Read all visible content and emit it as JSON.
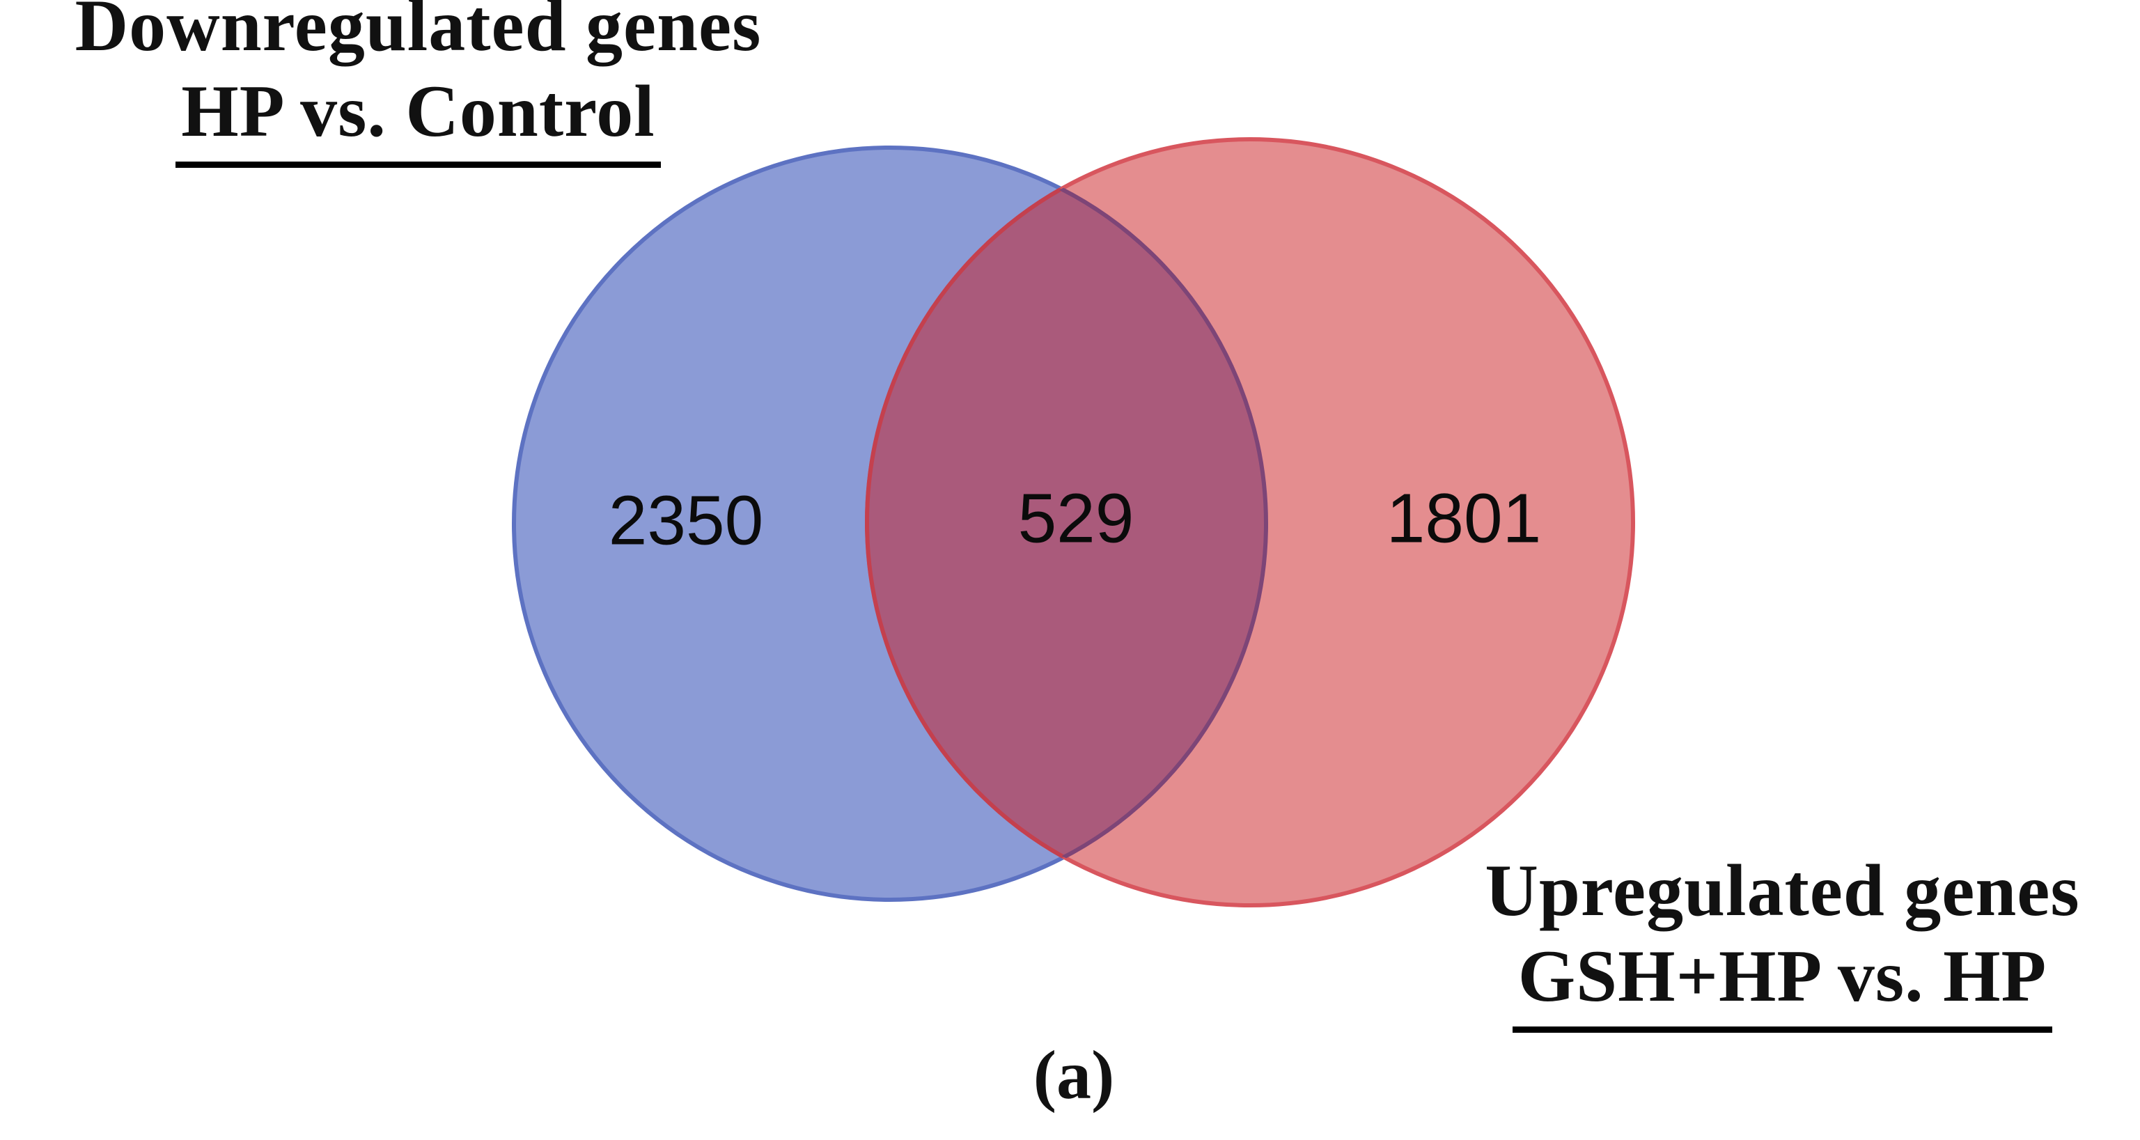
{
  "figure_type": "venn_diagram",
  "venn": {
    "left": {
      "title": "Downregulated genes",
      "comparison": "HP vs. Control",
      "fill": "#8B9BD6",
      "stroke": "#5D72C2"
    },
    "right": {
      "title": "Upregulated genes",
      "comparison": "GSH+HP vs. HP",
      "fill": "#E48D8F",
      "stroke": "#D8565E"
    },
    "overlap": {
      "fill": "#AA5A7B",
      "blue_arc_color": "#7D4577",
      "red_arc_color": "#C4404E"
    },
    "panel_label": "(a)"
  },
  "chart_data": {
    "type": "venn",
    "title": "",
    "sets": [
      {
        "label": "Downregulated genes (HP vs. Control)",
        "unique": 2350,
        "color": "#8B9BD6"
      },
      {
        "label": "Upregulated genes (GSH+HP vs. HP)",
        "unique": 1801,
        "color": "#E48D8F"
      }
    ],
    "intersection": 529,
    "intersection_color": "#AA5A7B",
    "panel_label": "(a)",
    "legend_position": "none",
    "grid": false
  }
}
